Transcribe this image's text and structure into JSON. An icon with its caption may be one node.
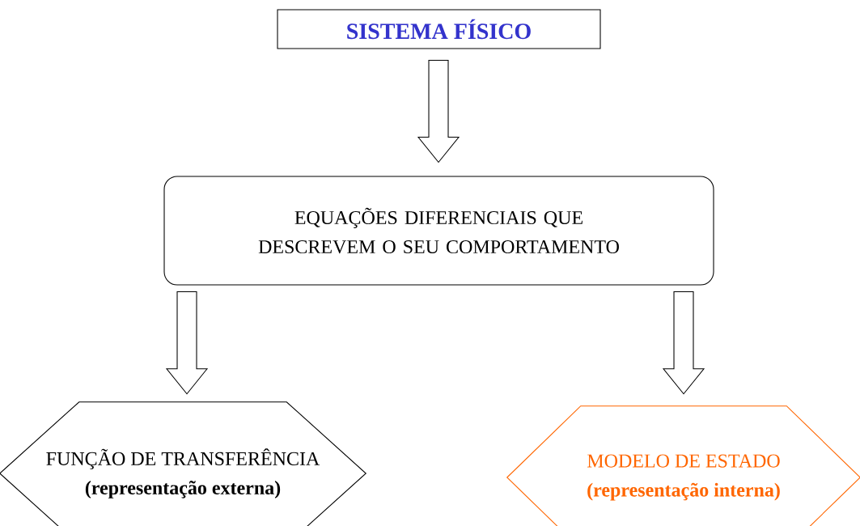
{
  "diagram": {
    "nodes": [
      {
        "text": [
          "SISTEMA FÍSICO"
        ]
      },
      {
        "text": [
          "EQUAÇÕES DIFERENCIAIS QUE DESCREVEM O SEU COMPORTAMENTO"
        ]
      },
      {
        "text": [
          "FUNÇÃO DE TRANSFERÊNCIA",
          "(representação externa)"
        ]
      },
      {
        "text": [
          "MODELO DE ESTADO",
          "(representação interna)"
        ]
      }
    ],
    "edges": [
      {
        "from": 0,
        "to": 1,
        "arrow": "to"
      },
      {
        "from": 1,
        "to": 2,
        "arrow": "to"
      },
      {
        "from": 1,
        "to": 3,
        "arrow": "to"
      }
    ]
  }
}
